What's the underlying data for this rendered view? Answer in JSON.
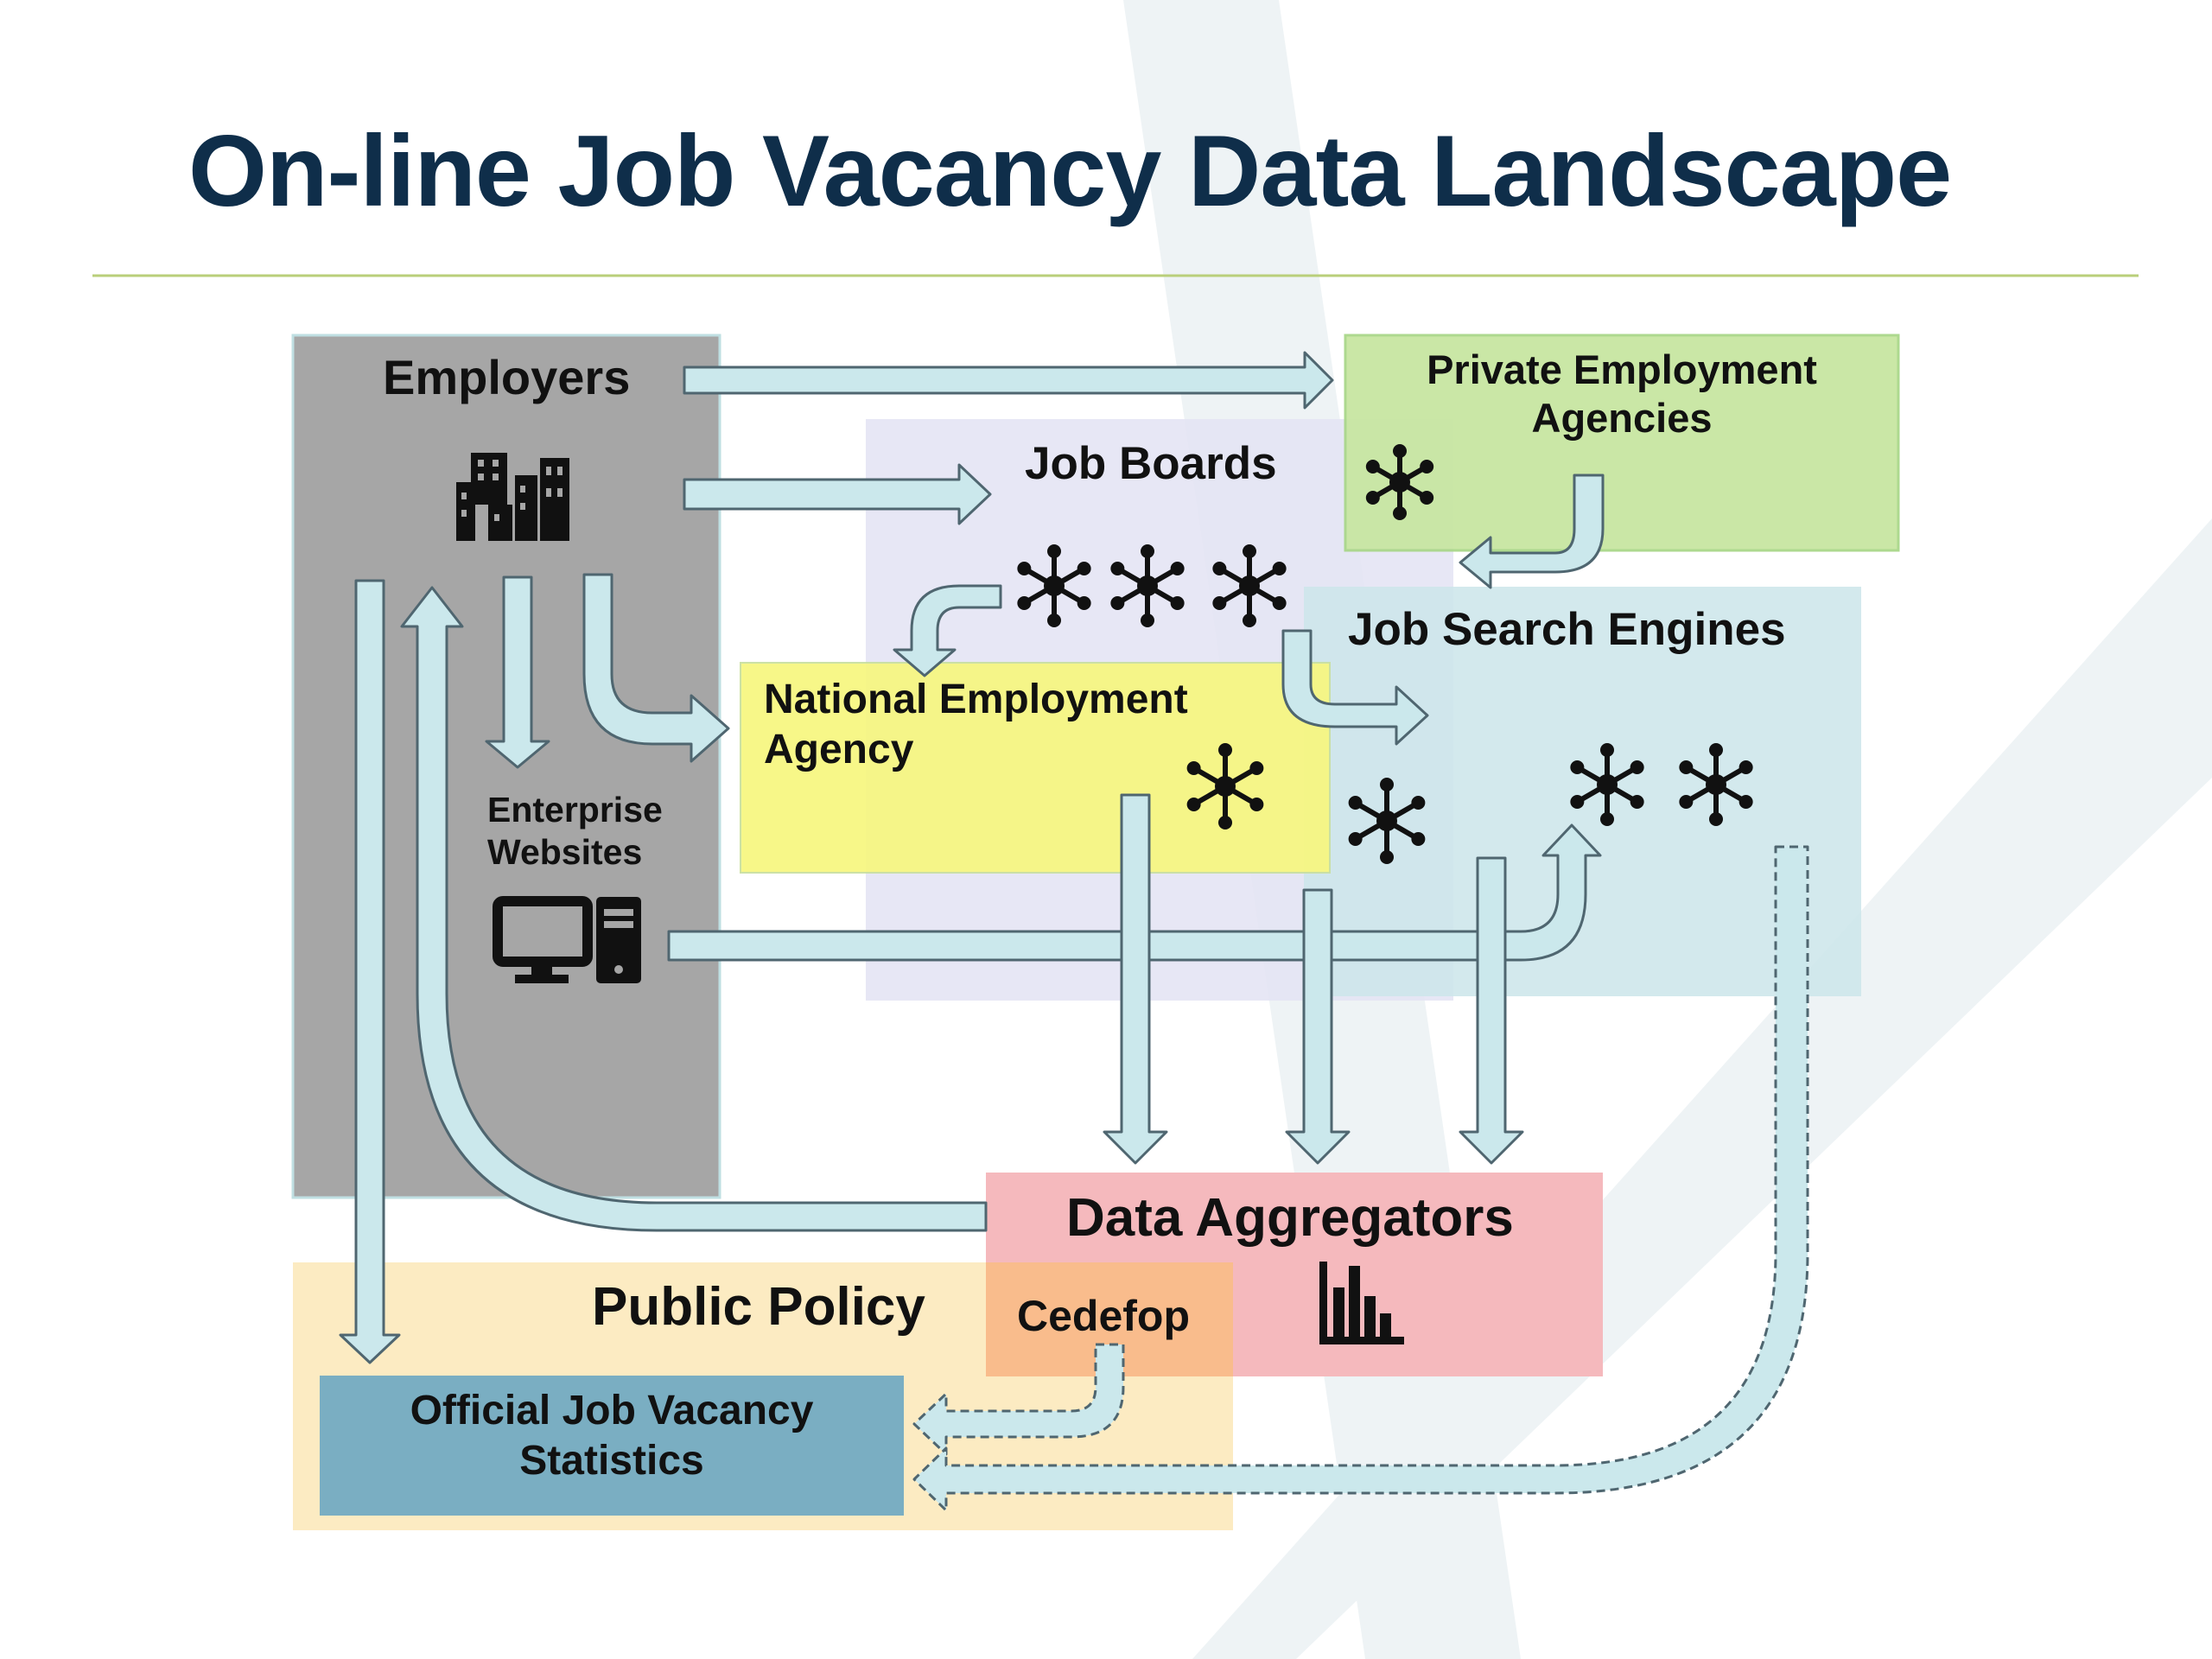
{
  "title": "On-line Job Vacancy Data Landscape",
  "nodes": {
    "employers": "Employers",
    "private_agencies": [
      "Private Employment",
      "Agencies"
    ],
    "job_boards": "Job Boards",
    "job_search_engines": "Job Search Engines",
    "national_agency": [
      "National Employment",
      "Agency"
    ],
    "enterprise_websites": [
      "Enterprise",
      "Websites"
    ],
    "data_aggregators": "Data Aggregators",
    "public_policy": "Public Policy",
    "cedefop": "Cedefop",
    "official_stats": [
      "Official Job Vacancy",
      "Statistics"
    ]
  },
  "icons": [
    "buildings-icon",
    "computer-icon",
    "network-icon",
    "bar-chart-icon"
  ],
  "colors": {
    "title": "#0f2e4a",
    "rule": "#b9cf7a",
    "employers": "#a6a6a6",
    "private_agencies": "#c8e6a2",
    "job_boards": "#e4e4f4",
    "job_search_engines": "#cde6ea",
    "national_agency": "#f7f780",
    "data_aggregators": "#f4b5b9",
    "public_policy": "#fcebc2",
    "cedefop": "#f9bc8c",
    "official_stats": "#7aaec2",
    "arrow_fill": "#cbe8ec",
    "arrow_stroke": "#4f6670"
  }
}
